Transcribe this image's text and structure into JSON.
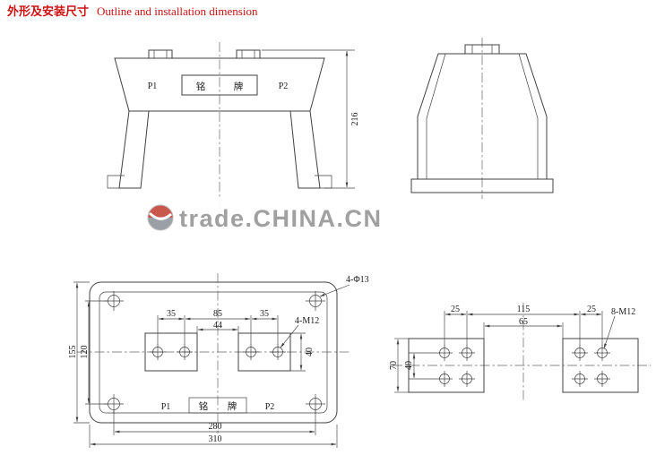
{
  "title": {
    "zh": "外形及安装尺寸",
    "en": "Outline and installation dimension"
  },
  "watermark": {
    "text": "trade.CHINA.CN"
  },
  "front_view": {
    "p1": "P1",
    "p2": "P2",
    "nameplate_left": "铭",
    "nameplate_right": "牌",
    "dim_height": "216"
  },
  "plan_view": {
    "dim_corner_holes": "4-Φ13",
    "dim_35_left": "35",
    "dim_85": "85",
    "dim_35_right": "35",
    "dim_44": "44",
    "dim_terminal_bolts": "4-M12",
    "dim_155": "155",
    "dim_120": "120",
    "dim_40": "40",
    "p1": "P1",
    "p2": "P2",
    "nameplate_left": "铭",
    "nameplate_right": "牌",
    "dim_280": "280",
    "dim_310": "310"
  },
  "terminal_view": {
    "dim_25_left": "25",
    "dim_115": "115",
    "dim_65": "65",
    "dim_25_right": "25",
    "dim_terminal_bolts": "8-M12",
    "dim_70": "70",
    "dim_40": "40"
  }
}
